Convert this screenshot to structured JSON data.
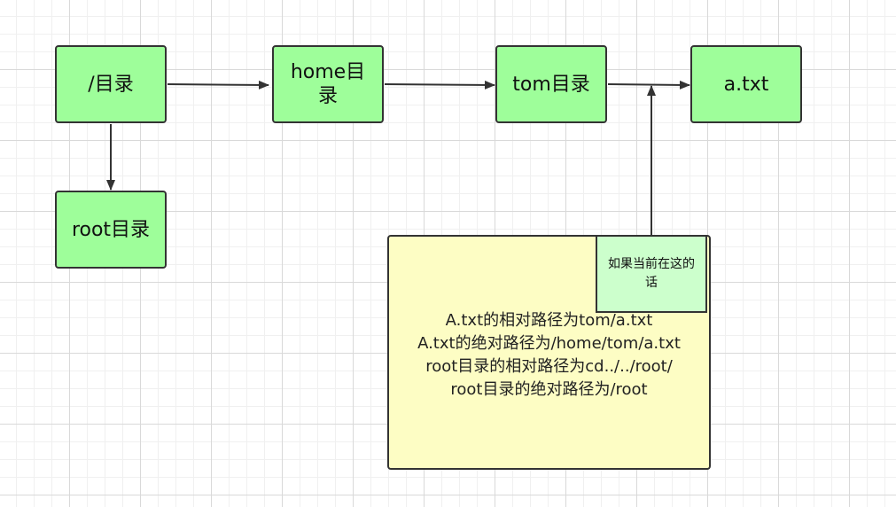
{
  "diagram": {
    "nodes": {
      "root_dir": {
        "label": "/目录"
      },
      "home_dir": {
        "label": "home目录"
      },
      "tom_dir": {
        "label": "tom目录"
      },
      "file": {
        "label": "a.txt"
      },
      "root_user_dir": {
        "label": "root目录"
      }
    },
    "note": {
      "lines": [
        "A.txt的相对路径为tom/a.txt",
        "A.txt的绝对路径为/home/tom/a.txt",
        "root目录的相对路径为cd../../root/",
        "root目录的绝对路径为/root"
      ]
    },
    "callout": {
      "label": "如果当前在这的话"
    },
    "edges": [
      {
        "from": "/目录",
        "to": "home目录"
      },
      {
        "from": "home目录",
        "to": "tom目录"
      },
      {
        "from": "tom目录",
        "to": "a.txt"
      },
      {
        "from": "/目录",
        "to": "root目录"
      },
      {
        "from": "如果当前在这的话",
        "to": "tom目录 → a.txt"
      }
    ],
    "colors": {
      "node_fill": "#9efe9a",
      "note_fill": "#fdfdc4",
      "callout_fill": "#ccffcc",
      "stroke": "#333333"
    }
  }
}
